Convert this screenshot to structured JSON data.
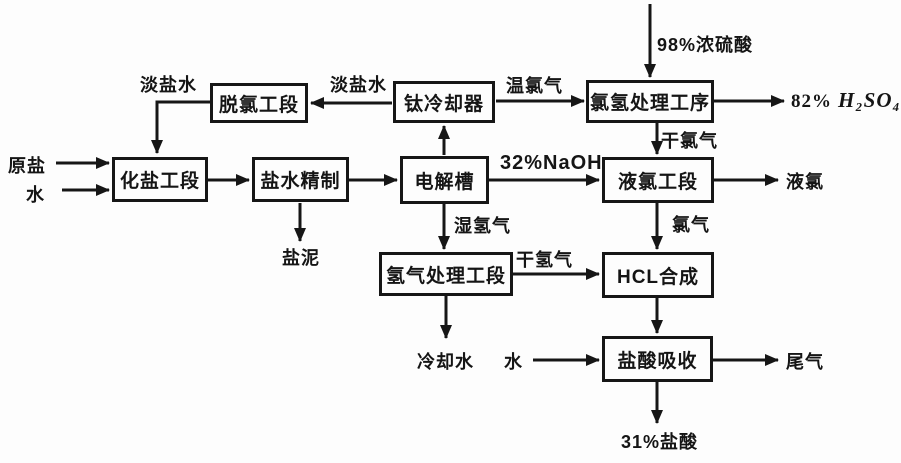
{
  "boxes": {
    "dechlorination": {
      "label": "脱氯工段"
    },
    "ti_cooler": {
      "label": "钛冷却器"
    },
    "cl_h2_treatment": {
      "label": "氯氢处理工序"
    },
    "salt_dissolving": {
      "label": "化盐工段"
    },
    "brine_refining": {
      "label": "盐水精制"
    },
    "electrolyzer": {
      "label": "电解槽"
    },
    "liquid_cl_section": {
      "label": "液氯工段"
    },
    "h2_treatment": {
      "label": "氢气处理工段"
    },
    "hcl_synthesis": {
      "label": "HCL合成"
    },
    "hcl_absorption": {
      "label": "盐酸吸收"
    }
  },
  "streams": {
    "dilute_brine_left": "淡盐水",
    "dilute_brine_mid": "淡盐水",
    "warm_cl_gas": "温氯气",
    "conc_sulfuric_in": "98%浓硫酸",
    "sulfuric_out_prefix": "82%",
    "sulfuric_out_formula": "H₂SO₄",
    "dry_cl_gas": "干氯气",
    "raw_salt": "原盐",
    "water_in_top": "水",
    "naoh_out": "32%NaOH",
    "liquid_cl_out": "液氯",
    "salt_mud": "盐泥",
    "wet_h2_gas": "湿氢气",
    "cl_gas": "氯气",
    "dry_h2_gas": "干氢气",
    "cooling_water": "冷却水",
    "water_in_bottom": "水",
    "tail_gas": "尾气",
    "hcl_product": "31%盐酸"
  },
  "colors": {
    "line": "#161616",
    "background": "#fdfdfd"
  }
}
